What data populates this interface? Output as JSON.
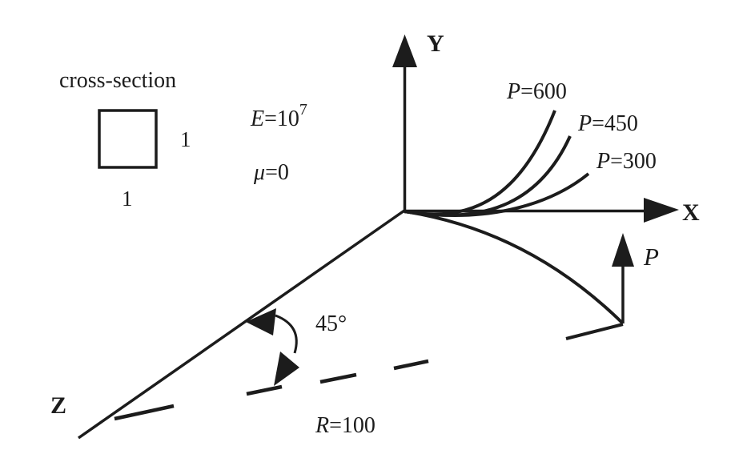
{
  "diagram": {
    "background": "#ffffff",
    "ink": "#1c1c1c",
    "cross_section": {
      "label": "cross-section",
      "height_label": "1",
      "width_label": "1"
    },
    "material": {
      "modulus_var": "E",
      "modulus_eq": "=10",
      "modulus_exp": "7",
      "poisson_var": "μ",
      "poisson_eq": "=0"
    },
    "axes": {
      "x_label": "X",
      "y_label": "Y",
      "z_label": "Z"
    },
    "deflection_curves": [
      {
        "var": "P",
        "eq": "=600"
      },
      {
        "var": "P",
        "eq": "=450"
      },
      {
        "var": "P",
        "eq": "=300"
      }
    ],
    "load": {
      "var": "P"
    },
    "angle": {
      "label": "45°"
    },
    "radius": {
      "var": "R",
      "eq": "=100"
    }
  }
}
